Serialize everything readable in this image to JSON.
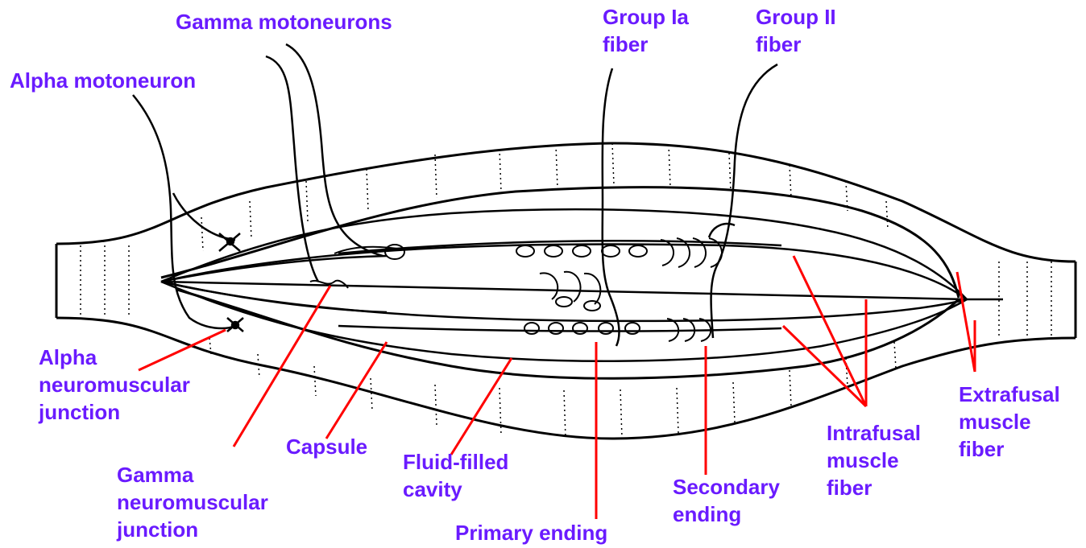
{
  "colors": {
    "label": "#6a1bff",
    "pointer": "#ff0000",
    "ink": "#000000",
    "background": "#ffffff"
  },
  "labels": {
    "gamma_motoneurons": [
      "Gamma motoneurons"
    ],
    "alpha_motoneuron": [
      "Alpha motoneuron"
    ],
    "group_ia_fiber": [
      "Group Ia",
      "fiber"
    ],
    "group_ii_fiber": [
      "Group II",
      "fiber"
    ],
    "alpha_nmj": [
      "Alpha",
      "neuromuscular",
      "junction"
    ],
    "capsule": [
      "Capsule"
    ],
    "fluid_cavity": [
      "Fluid-filled",
      "cavity"
    ],
    "gamma_nmj": [
      "Gamma",
      "neuromuscular",
      "junction"
    ],
    "primary_ending": [
      "Primary ending"
    ],
    "secondary_ending": [
      "Secondary",
      "ending"
    ],
    "intrafusal": [
      "Intrafusal",
      "muscle",
      "fiber"
    ],
    "extrafusal": [
      "Extrafusal",
      "muscle",
      "fiber"
    ]
  }
}
